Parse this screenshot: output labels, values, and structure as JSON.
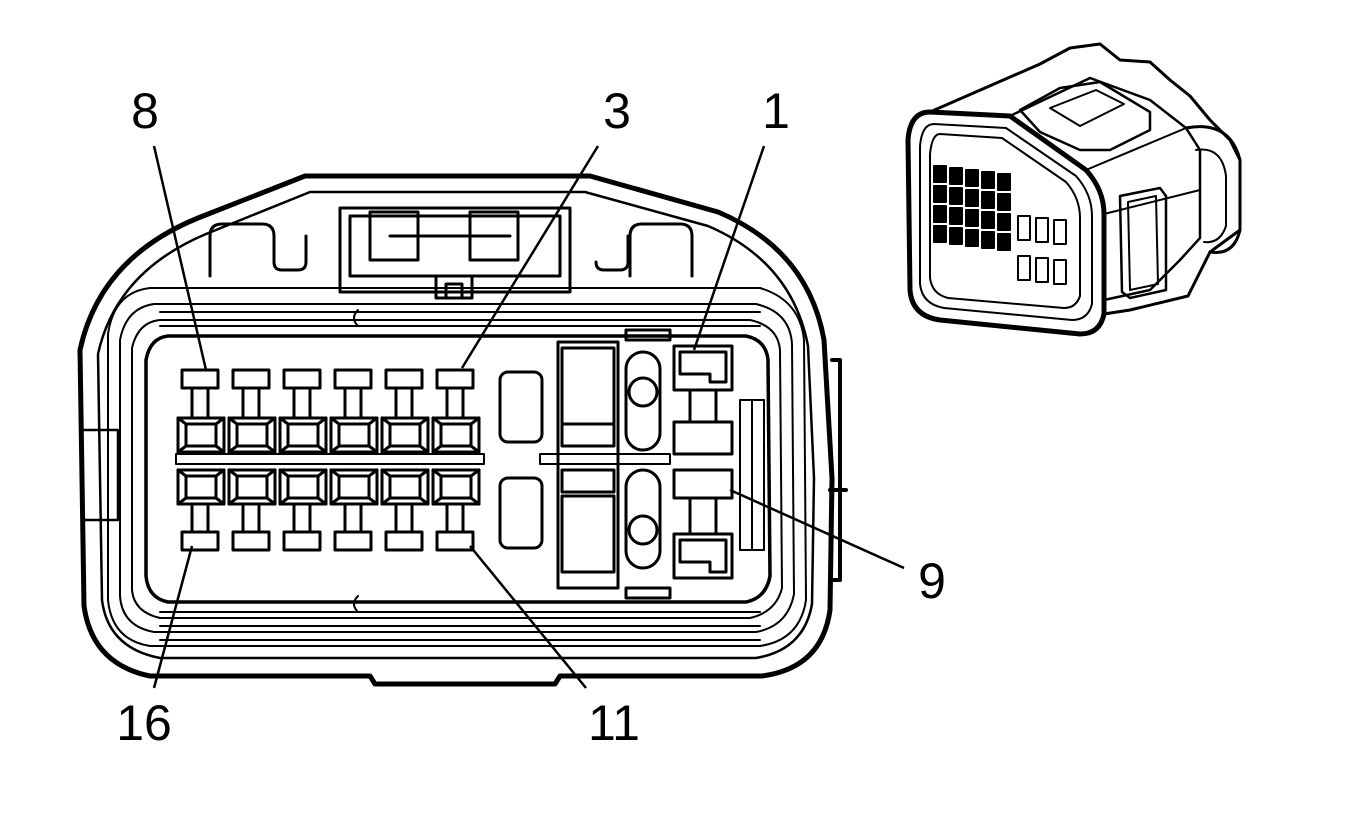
{
  "diagram": {
    "colors": {
      "ink": "#000000",
      "paper": "#ffffff"
    },
    "callouts": [
      {
        "id": "pin-8",
        "label": "8"
      },
      {
        "id": "pin-3",
        "label": "3"
      },
      {
        "id": "pin-1",
        "label": "1"
      },
      {
        "id": "pin-9",
        "label": "9"
      },
      {
        "id": "pin-16",
        "label": "16"
      },
      {
        "id": "pin-11",
        "label": "11"
      }
    ]
  }
}
